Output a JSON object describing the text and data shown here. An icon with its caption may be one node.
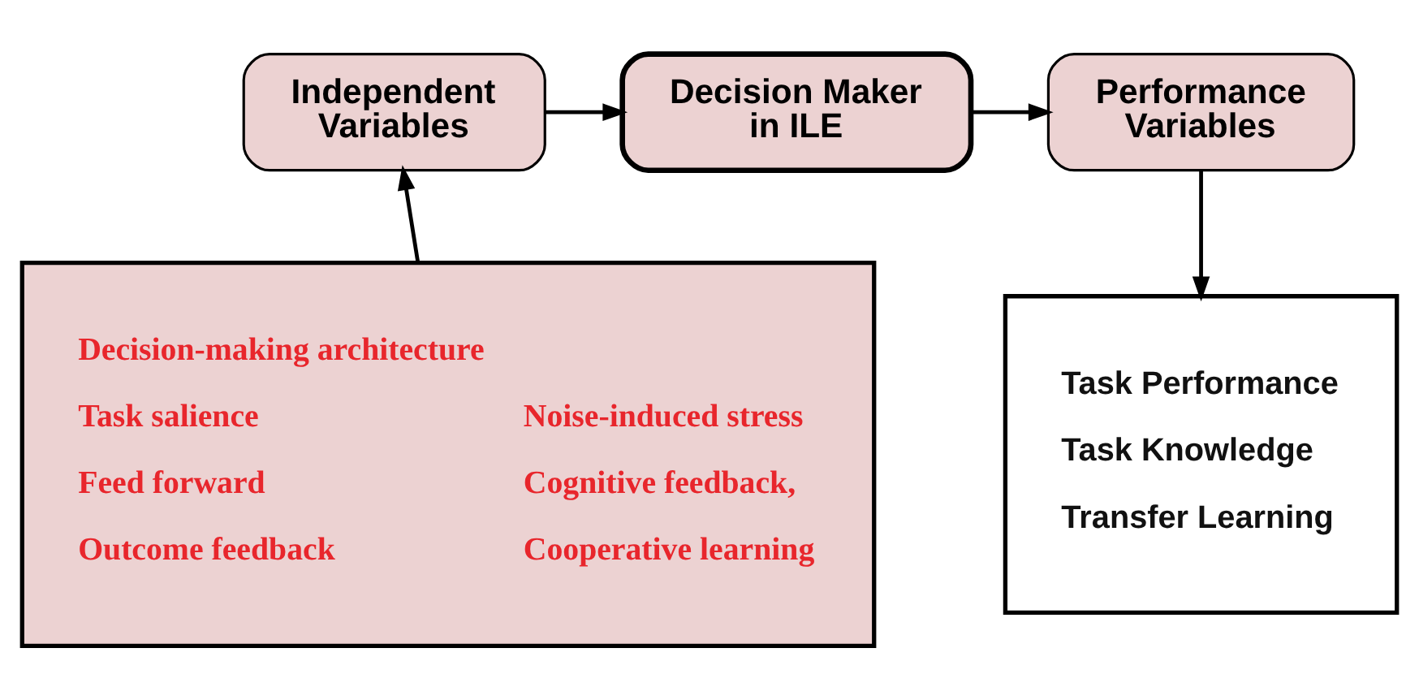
{
  "diagram": {
    "nodes": [
      {
        "text": [
          "Independent Variables"
        ]
      },
      {
        "text": [
          "Decision Maker in ILE"
        ]
      },
      {
        "text": [
          "Performance Variables"
        ]
      },
      {
        "text": [
          "Decision-making architecture",
          "Task salience",
          "Noise-induced stress",
          "Feed forward",
          "Cognitive feedback,",
          "Outcome feedback",
          "Cooperative learning"
        ]
      },
      {
        "text": [
          "Task Performance",
          "Task Knowledge",
          "Transfer Learning"
        ]
      }
    ],
    "edges": [
      {
        "from": 0,
        "to": 1,
        "arrow": "to"
      },
      {
        "from": 1,
        "to": 2,
        "arrow": "to"
      },
      {
        "from": 3,
        "to": 0,
        "arrow": "to"
      },
      {
        "from": 2,
        "to": 4,
        "arrow": "to"
      }
    ]
  }
}
